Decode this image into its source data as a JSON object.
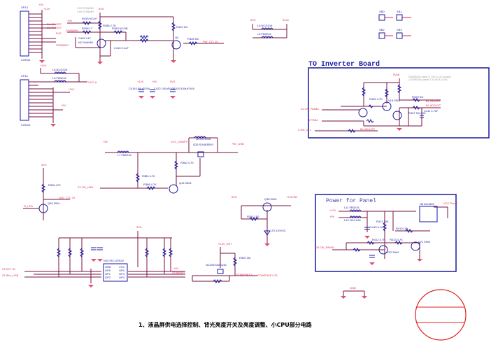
{
  "sections": {
    "inverter_title": "TO Inverter Board",
    "panel_title": "Power for Panel",
    "caption": "1、液晶屏供电选择控制、背光亮度开关及亮度调整、小CPU部分电路"
  },
  "connectors": {
    "xp13": {
      "ref": "XP13",
      "part": "CON14"
    },
    "xp14": {
      "ref": "XP14",
      "part": "CON13"
    },
    "xb": [
      "XB0",
      "XB1",
      "XB2",
      "XB3"
    ]
  },
  "nets": {
    "p5v": "+5V",
    "p12v": "+12V",
    "v5vs": "5VS",
    "bl_onoff": "BL ON/OFF",
    "bl_adjust": "BL ADJUST",
    "standby": "STANDBY",
    "vcca": "VCC-A",
    "p24v": "+24V",
    "pw_ctl": "PW_CTL",
    "pw_ctl_port": "PW_CTL  23",
    "vcc_usbpv": "VCC_USBPV",
    "p5v_usb": "+5V_USB",
    "on_usb": "23  ON_USB",
    "led_ctl": "LED_CTL",
    "led_ctl_port": "LED_CTL  23",
    "r_led": "R_LED",
    "v33vsb": "+3.3VSB",
    "v33_key": "+3.3V_KEY",
    "powerkey": "POWERKEY",
    "powerkey_port": "POWERKEY  23",
    "key_in": "23  KEY IN",
    "ir_usb": "23  IRm_USB",
    "on_panel": "24  ON_PANEL",
    "pwm": "3  PWM",
    "on_ctl": "3  ON_CTL",
    "vcc_panel": "VCC Panel",
    "gnd": "GND",
    "vs_5vsb": "5Vsb",
    "vs_5vs": "5VS"
  },
  "components": {
    "r433": "R433 NC/0?",
    "r298": "R298 1T",
    "r386": "R386 2.7K",
    "r399": "R399 NC/0R",
    "r403": "R403 NC",
    "r406": "R406 NC",
    "r402": "R402 NC",
    "r401": "R401 10K",
    "c409": "C409 V17",
    "nc_hm": "NC/1N4984",
    "c410": "C410 0.1uF",
    "q4": "Q4",
    "l6": "L6 NC/1016",
    "l5": "L5 FB0216",
    "c418": "C418 100uF/25V",
    "c422": "C422 100uF/16V",
    "c419": "C419 100uF/16V",
    "l7": "L7 FB0216",
    "l8": "L8 NC/1016",
    "q26": "Q26 SI4463BDY",
    "r382": "R382 4.7K",
    "r384": "R384 4.7K",
    "r388": "R388 4.7K",
    "q44": "Q44 3904",
    "r396": "R396 47K",
    "q45": "Q45 3904",
    "q38": "Q38 3904",
    "r391": "R391 150",
    "z3": "Z3 3.6V/SC",
    "n10": "N10 PIC12F629",
    "r390": "R390 1M",
    "q45b": "NC/2N7002 Q45",
    "l11": "L11 FB0216",
    "l12": "L12 NC/1016",
    "n8": "N8 AO4409",
    "r411": "R411 10K",
    "c415": "C415 0.1uF",
    "r412": "R412 4.7K",
    "r413": "R413 4.7K",
    "v21": "V21 3904",
    "v22": "V22 3904",
    "r410": "R410 10K",
    "r405": "R405 4.7K",
    "v18": "V18 3904",
    "r409": "R409 NC",
    "c411": "C411 4.7uF",
    "r407": "R407 NC/10K"
  },
  "notes": {
    "panel_note_1": "SAMSUNG panel 3-7.5V 8-14 Connect",
    "panel_note_2": "LG/CMO/AU panel 3-14.5V 8-14 NC",
    "pw_note_1": "0.5V  STANDBY",
    "pw_note_2": "1.8V  STANDBY"
  },
  "pic_pins": {
    "left": [
      "GND",
      "GP5",
      "GP1",
      "GP2"
    ],
    "right": [
      "VCC",
      "GP0",
      "GP4",
      "GP3"
    ]
  }
}
